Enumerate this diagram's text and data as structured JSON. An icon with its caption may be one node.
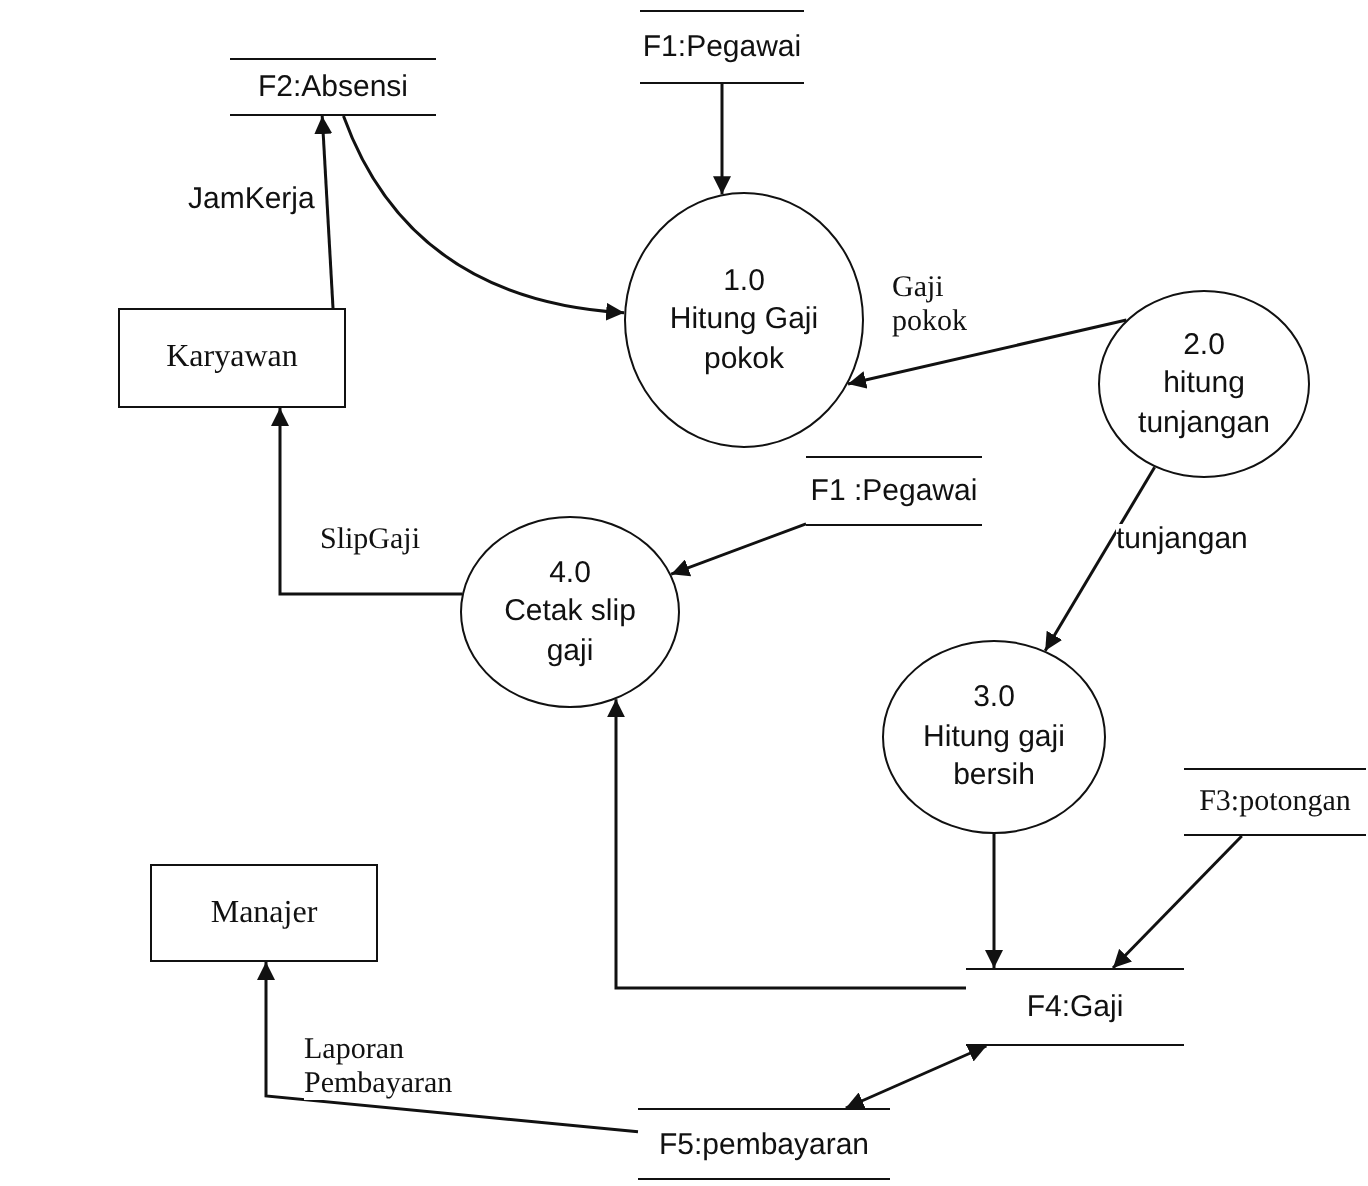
{
  "diagram": {
    "nodes": [
      {
        "text": [
          "F2:Absensi"
        ]
      },
      {
        "text": [
          "F1:Pegawai"
        ]
      },
      {
        "text": [
          "1.0",
          "Hitung Gaji pokok"
        ]
      },
      {
        "text": [
          "Karyawan"
        ]
      },
      {
        "text": [
          "2.0",
          "hitung tunjangan"
        ]
      },
      {
        "text": [
          "F1 :Pegawai"
        ]
      },
      {
        "text": [
          "4.0",
          "Cetak slip gaji"
        ]
      },
      {
        "text": [
          "3.0",
          "Hitung gaji bersih"
        ]
      },
      {
        "text": [
          "F3:potongan"
        ]
      },
      {
        "text": [
          "Manajer"
        ]
      },
      {
        "text": [
          "F4:Gaji"
        ]
      },
      {
        "text": [
          "F5:pembayaran"
        ]
      }
    ],
    "edges": [
      {
        "from": 3,
        "to": 0,
        "arrow": "to",
        "label": "JamKerja"
      },
      {
        "from": 0,
        "to": 2,
        "arrow": "to"
      },
      {
        "from": 1,
        "to": 2,
        "arrow": "to"
      },
      {
        "from": 4,
        "to": 2,
        "arrow": "to",
        "label": "Gaji pokok"
      },
      {
        "from": 4,
        "to": 7,
        "arrow": "to",
        "label": "tunjangan"
      },
      {
        "from": 5,
        "to": 6,
        "arrow": "to"
      },
      {
        "from": 6,
        "to": 3,
        "arrow": "to",
        "label": "SlipGaji"
      },
      {
        "from": 7,
        "to": 10,
        "arrow": "to"
      },
      {
        "from": 8,
        "to": 10,
        "arrow": "to"
      },
      {
        "from": 10,
        "to": 6,
        "arrow": "to"
      },
      {
        "from": 10,
        "to": 11,
        "arrow": "both"
      },
      {
        "from": 11,
        "to": 9,
        "arrow": "to",
        "label": "Laporan Pembayaran"
      }
    ]
  }
}
